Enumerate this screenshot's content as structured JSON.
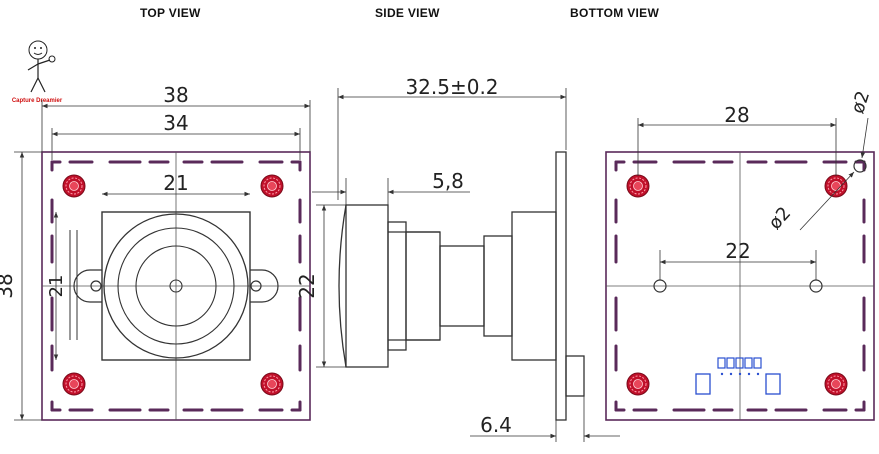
{
  "titles": {
    "top": "TOP VIEW",
    "side": "SIDE VIEW",
    "bottom": "BOTTOM VIEW"
  },
  "logo": {
    "text": "Capture Dreamier"
  },
  "top_view": {
    "dim_overall_width": "38",
    "dim_hole_spacing": "34",
    "dim_lens_holder": "21",
    "dim_overall_height": "38",
    "dim_lens_height": "21"
  },
  "side_view": {
    "dim_length": "32.5±0.2",
    "dim_lens_offset": "5,8",
    "dim_lens_diameter": "22",
    "dim_connector": "6.4"
  },
  "bottom_view": {
    "dim_hole_spacing": "28",
    "dim_hole_diameter_top": "ø2",
    "dim_hole_diameter_diag": "ø2",
    "dim_inner_holes": "22"
  },
  "colors": {
    "outline": "#5a2a5a",
    "line": "#333333",
    "mount": "#c0102a",
    "connector": "#2a4fd0"
  }
}
